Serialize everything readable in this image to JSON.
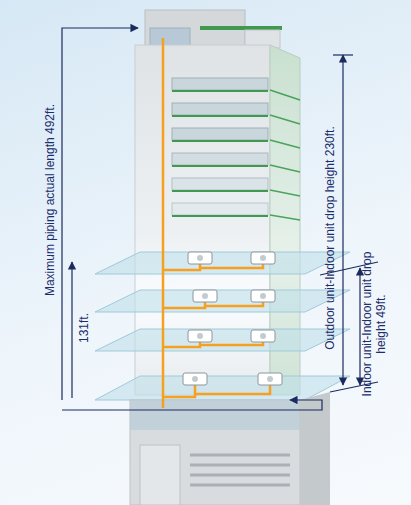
{
  "diagram": {
    "labels": [
      "Maximum piping actual length 492ft.",
      "131ft.",
      "Outdoor unit-Indoor unit drop height 230ft.",
      "Indoor unit-Indoor unit drop height 49ft."
    ]
  }
}
